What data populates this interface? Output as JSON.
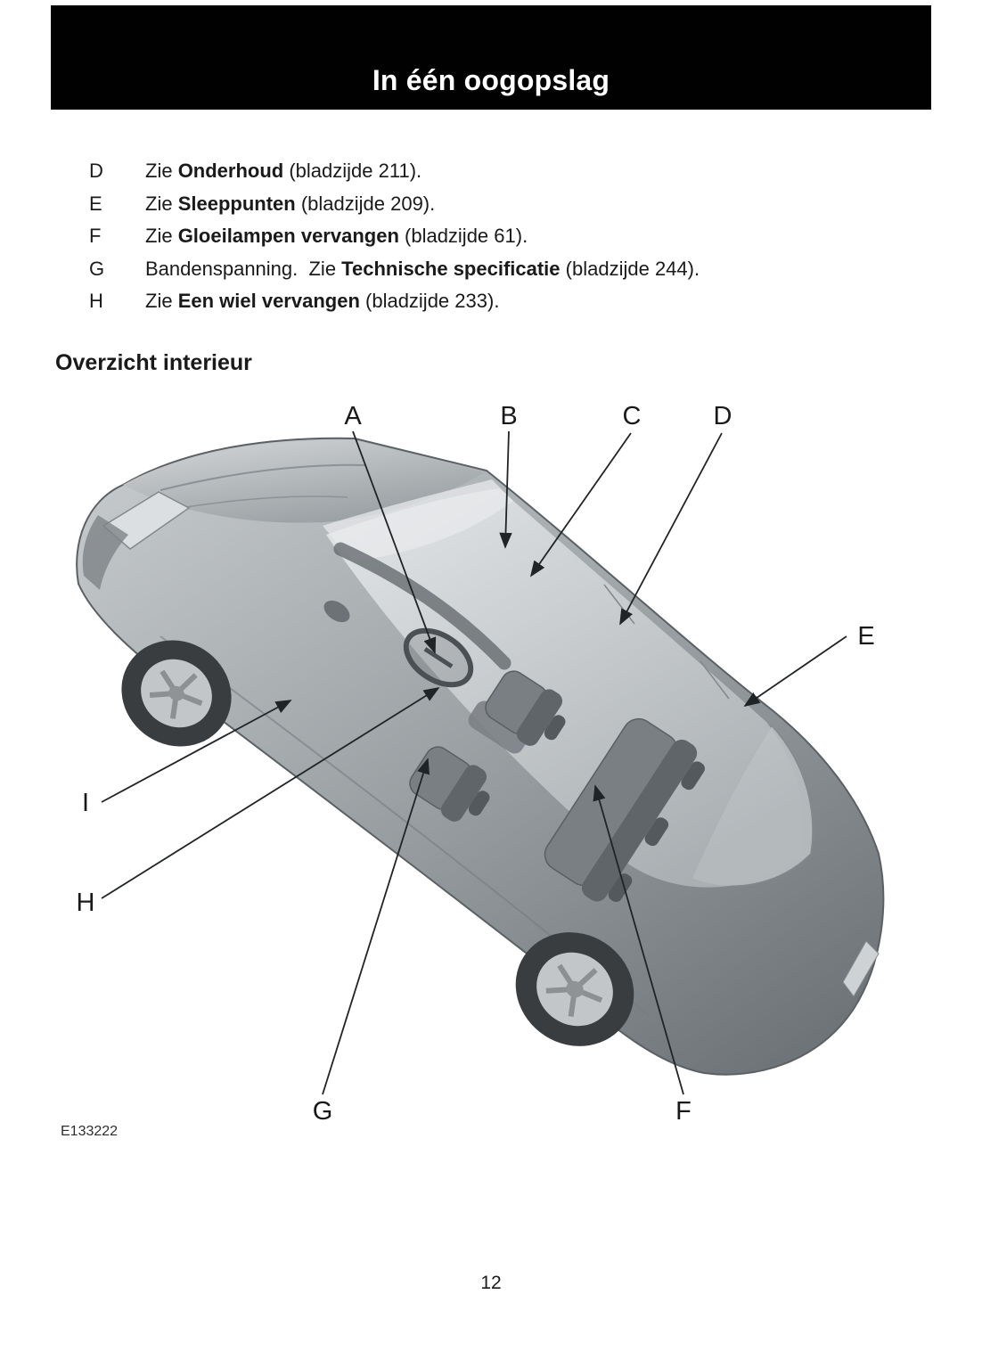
{
  "header": {
    "title": "In één oogopslag"
  },
  "colors": {
    "header_bg": "#000000",
    "header_text": "#ffffff",
    "line_color": "#212427"
  },
  "reference_list": {
    "items": [
      {
        "key": "D",
        "pre": "Zie ",
        "bold": "Onderhoud",
        "post": " (bladzijde 211)."
      },
      {
        "key": "E",
        "pre": "Zie ",
        "bold": "Sleeppunten",
        "post": " (bladzijde 209)."
      },
      {
        "key": "F",
        "pre": "Zie ",
        "bold": "Gloeilampen vervangen",
        "post": " (bladzijde 61)."
      },
      {
        "key": "G",
        "pre": "Bandenspanning.  Zie ",
        "bold": "Technische specificatie",
        "post": " (bladzijde 244)."
      },
      {
        "key": "H",
        "pre": "Zie ",
        "bold": "Een wiel vervangen",
        "post": " (bladzijde 233)."
      }
    ]
  },
  "section": {
    "title": "Overzicht interieur"
  },
  "figure": {
    "code": "E133222",
    "callouts": [
      {
        "label": "A"
      },
      {
        "label": "B"
      },
      {
        "label": "C"
      },
      {
        "label": "D"
      },
      {
        "label": "E"
      },
      {
        "label": "F"
      },
      {
        "label": "G"
      },
      {
        "label": "H"
      },
      {
        "label": "I"
      }
    ]
  },
  "footer": {
    "page_number": "12"
  }
}
